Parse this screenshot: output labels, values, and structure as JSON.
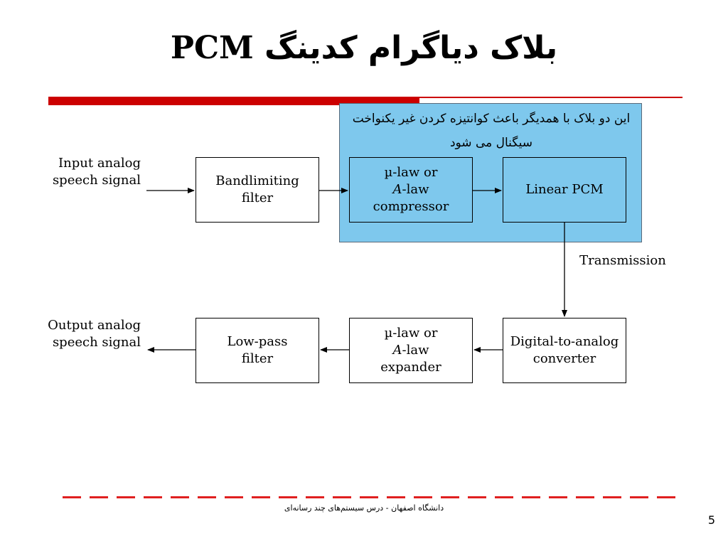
{
  "slide": {
    "title_latin": "PCM",
    "title_persian": "بلاک دیاگرام کدینگ",
    "note": "این دو بلاک با همدیگر باعث کوانتیزه کردن غیر یکنواخت سیگنال می شود",
    "footer": "دانشگاه اصفهان - درس سیستم‌های چند رسانه‌ای",
    "page_number": "5"
  },
  "diagram": {
    "input_label": "Input analog\nspeech signal",
    "output_label": "Output analog\nspeech signal",
    "transmission_label": "Transmission",
    "blocks": {
      "bandlimiting": "Bandlimiting\nfilter",
      "compressor_line1": "µ-law or",
      "compressor_line2_italic": "A",
      "compressor_line2_rest": "-law",
      "compressor_line3": "compressor",
      "linear_pcm": "Linear PCM",
      "dac": "Digital-to-analog\nconverter",
      "expander_line1": "µ-law or",
      "expander_line2_italic": "A",
      "expander_line2_rest": "-law",
      "expander_line3": "expander",
      "lowpass": "Low-pass\nfilter"
    }
  },
  "colors": {
    "highlight": "#7ec8ed",
    "accent_red": "#cc0000",
    "dash_red": "#e02020"
  }
}
